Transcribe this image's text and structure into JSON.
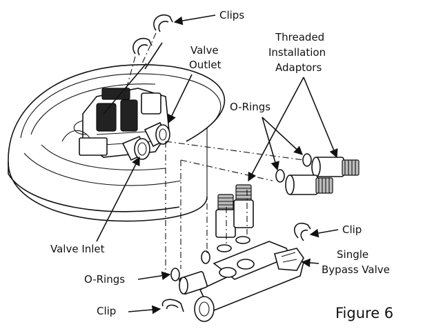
{
  "labels": {
    "clips_top": "Clips",
    "valve_outlet_line1": "Valve",
    "valve_outlet_line2": "Outlet",
    "adaptors_line1": "Threaded",
    "adaptors_line2": "Installation",
    "adaptors_line3": "Adaptors",
    "orings_top": "O-Rings",
    "clip_right": "Clip",
    "valve_inlet": "Valve Inlet",
    "bypass_line1": "Single",
    "bypass_line2": "Bypass Valve",
    "orings_left": "O-Rings",
    "clip_bottom": "Clip",
    "figure": "Figure 6"
  }
}
